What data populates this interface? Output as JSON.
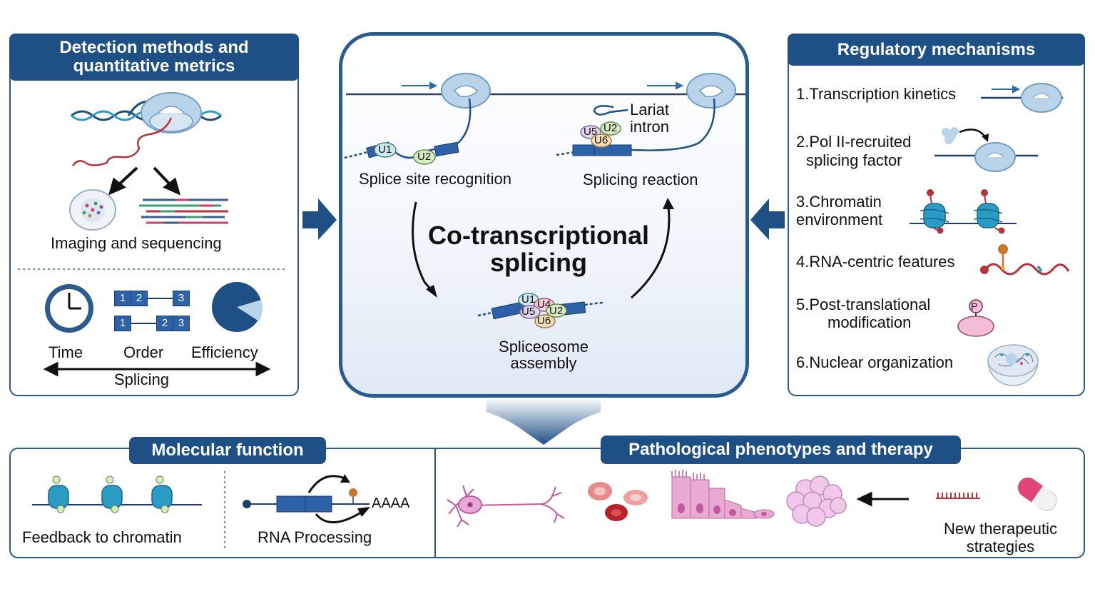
{
  "left_panel": {
    "title_line1": "Detection methods and",
    "title_line2": "quantitative metrics",
    "imaging_label": "Imaging and sequencing",
    "order_boxes_top": [
      "1",
      "2",
      "3"
    ],
    "order_boxes_bottom": [
      "1",
      "2",
      "3"
    ],
    "metric_time": "Time",
    "metric_order": "Order",
    "metric_efficiency": "Efficiency",
    "splicing_label": "Splicing"
  },
  "center_panel": {
    "title_line1": "Co-transcriptional",
    "title_line2": "splicing",
    "step_recognition": "Splice site recognition",
    "step_reaction": "Splicing reaction",
    "step_assembly_line1": "Spliceosome",
    "step_assembly_line2": "assembly",
    "lariat_line1": "Lariat",
    "lariat_line2": "intron",
    "snrnps": {
      "u1": "U1",
      "u2": "U2",
      "u4": "U4",
      "u5": "U5",
      "u6": "U6"
    }
  },
  "right_panel": {
    "title": "Regulatory mechanisms",
    "items": [
      {
        "line1": "1.Transcription kinetics",
        "line2": ""
      },
      {
        "line1": "2.Pol II-recruited",
        "line2": "splicing factor"
      },
      {
        "line1": "3.Chromatin",
        "line2": "environment"
      },
      {
        "line1": "4.RNA-centric features",
        "line2": ""
      },
      {
        "line1": "5.Post-translational",
        "line2": "modification"
      },
      {
        "line1": "6.Nuclear organization",
        "line2": ""
      }
    ],
    "phospho_label": "P"
  },
  "bottom_left": {
    "title": "Molecular function",
    "feedback_label": "Feedback to chromatin",
    "rna_label": "RNA Processing",
    "polya_label": "AAAA"
  },
  "bottom_right": {
    "title": "Pathological phenotypes and therapy",
    "therapy_line1": "New therapeutic",
    "therapy_line2": "strategies"
  },
  "colors": {
    "header_blue": "#1f5085",
    "border_blue": "#2c5a8c",
    "polymerase": "#b9d3e8",
    "rna_red": "#b8323a",
    "nucleosome": "#2a9cc4",
    "pathology_pink": "#e8a9d3"
  },
  "icons": [
    "clock-icon",
    "pie-efficiency-icon",
    "rna-polymerase-icon",
    "nucleosome-icon",
    "neuron-icon",
    "red-blood-cell-icon",
    "epithelium-icon",
    "tumor-cluster-icon",
    "capsule-icon",
    "oligo-icon",
    "nucleus-icon"
  ]
}
